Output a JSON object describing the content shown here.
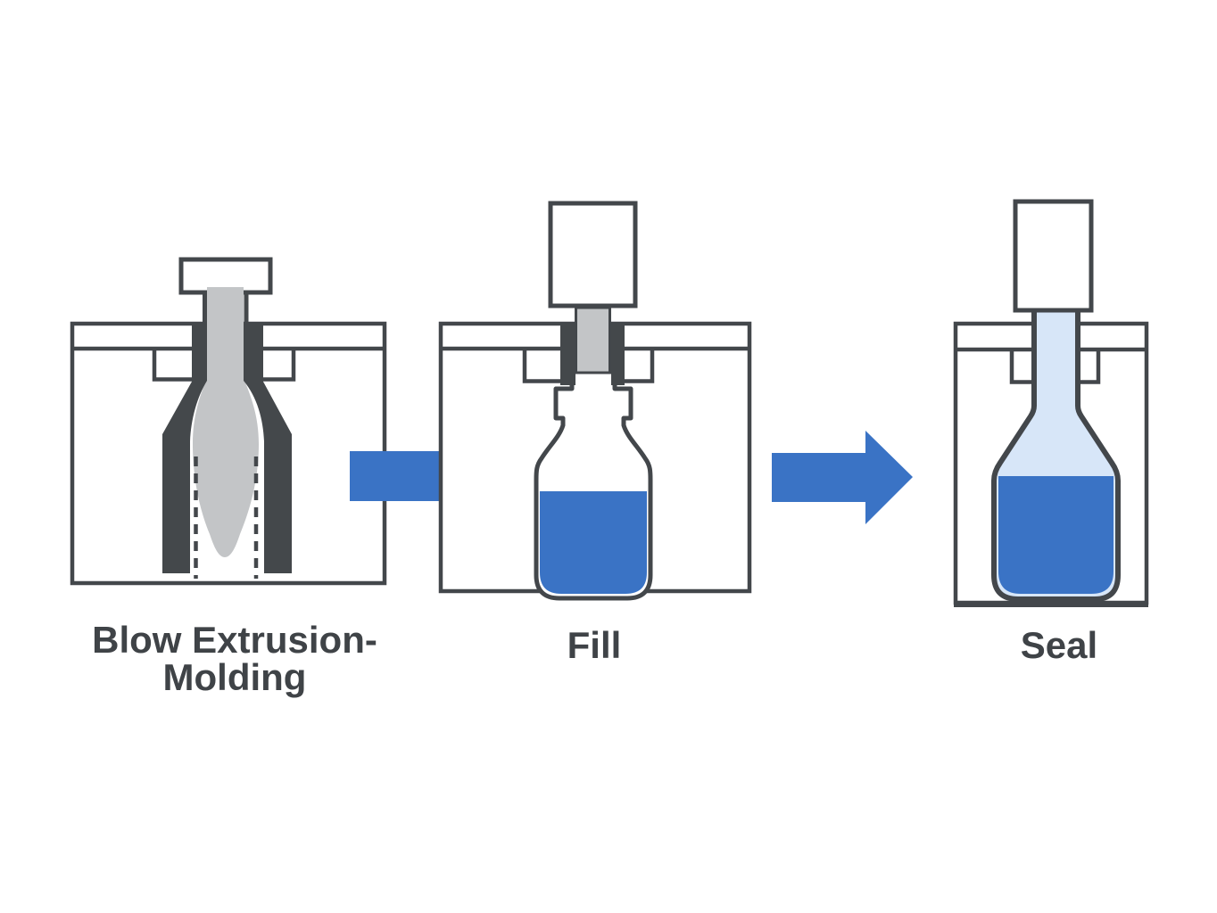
{
  "figure": {
    "type": "process-diagram",
    "steps": [
      {
        "id": "blow-extrusion-molding",
        "label_line1": "Blow Extrusion-",
        "label_line2": "Molding"
      },
      {
        "id": "fill",
        "label": "Fill"
      },
      {
        "id": "seal",
        "label": "Seal"
      }
    ],
    "connectors": [
      {
        "icon": "right-arrow",
        "from": "blow-extrusion-molding",
        "to": "fill"
      },
      {
        "icon": "right-arrow",
        "from": "fill",
        "to": "seal"
      }
    ]
  },
  "colors": {
    "background": "#FFFFFF",
    "outline_charcoal": "#43474B",
    "mold_dark": "#44484B",
    "plastic_gray": "#C3C5C7",
    "arrow_blue": "#3A73C5",
    "liquid_blue": "#3A73C5",
    "sealed_plastic_light_blue": "#D7E6F8",
    "label_text": "#3F4347"
  }
}
